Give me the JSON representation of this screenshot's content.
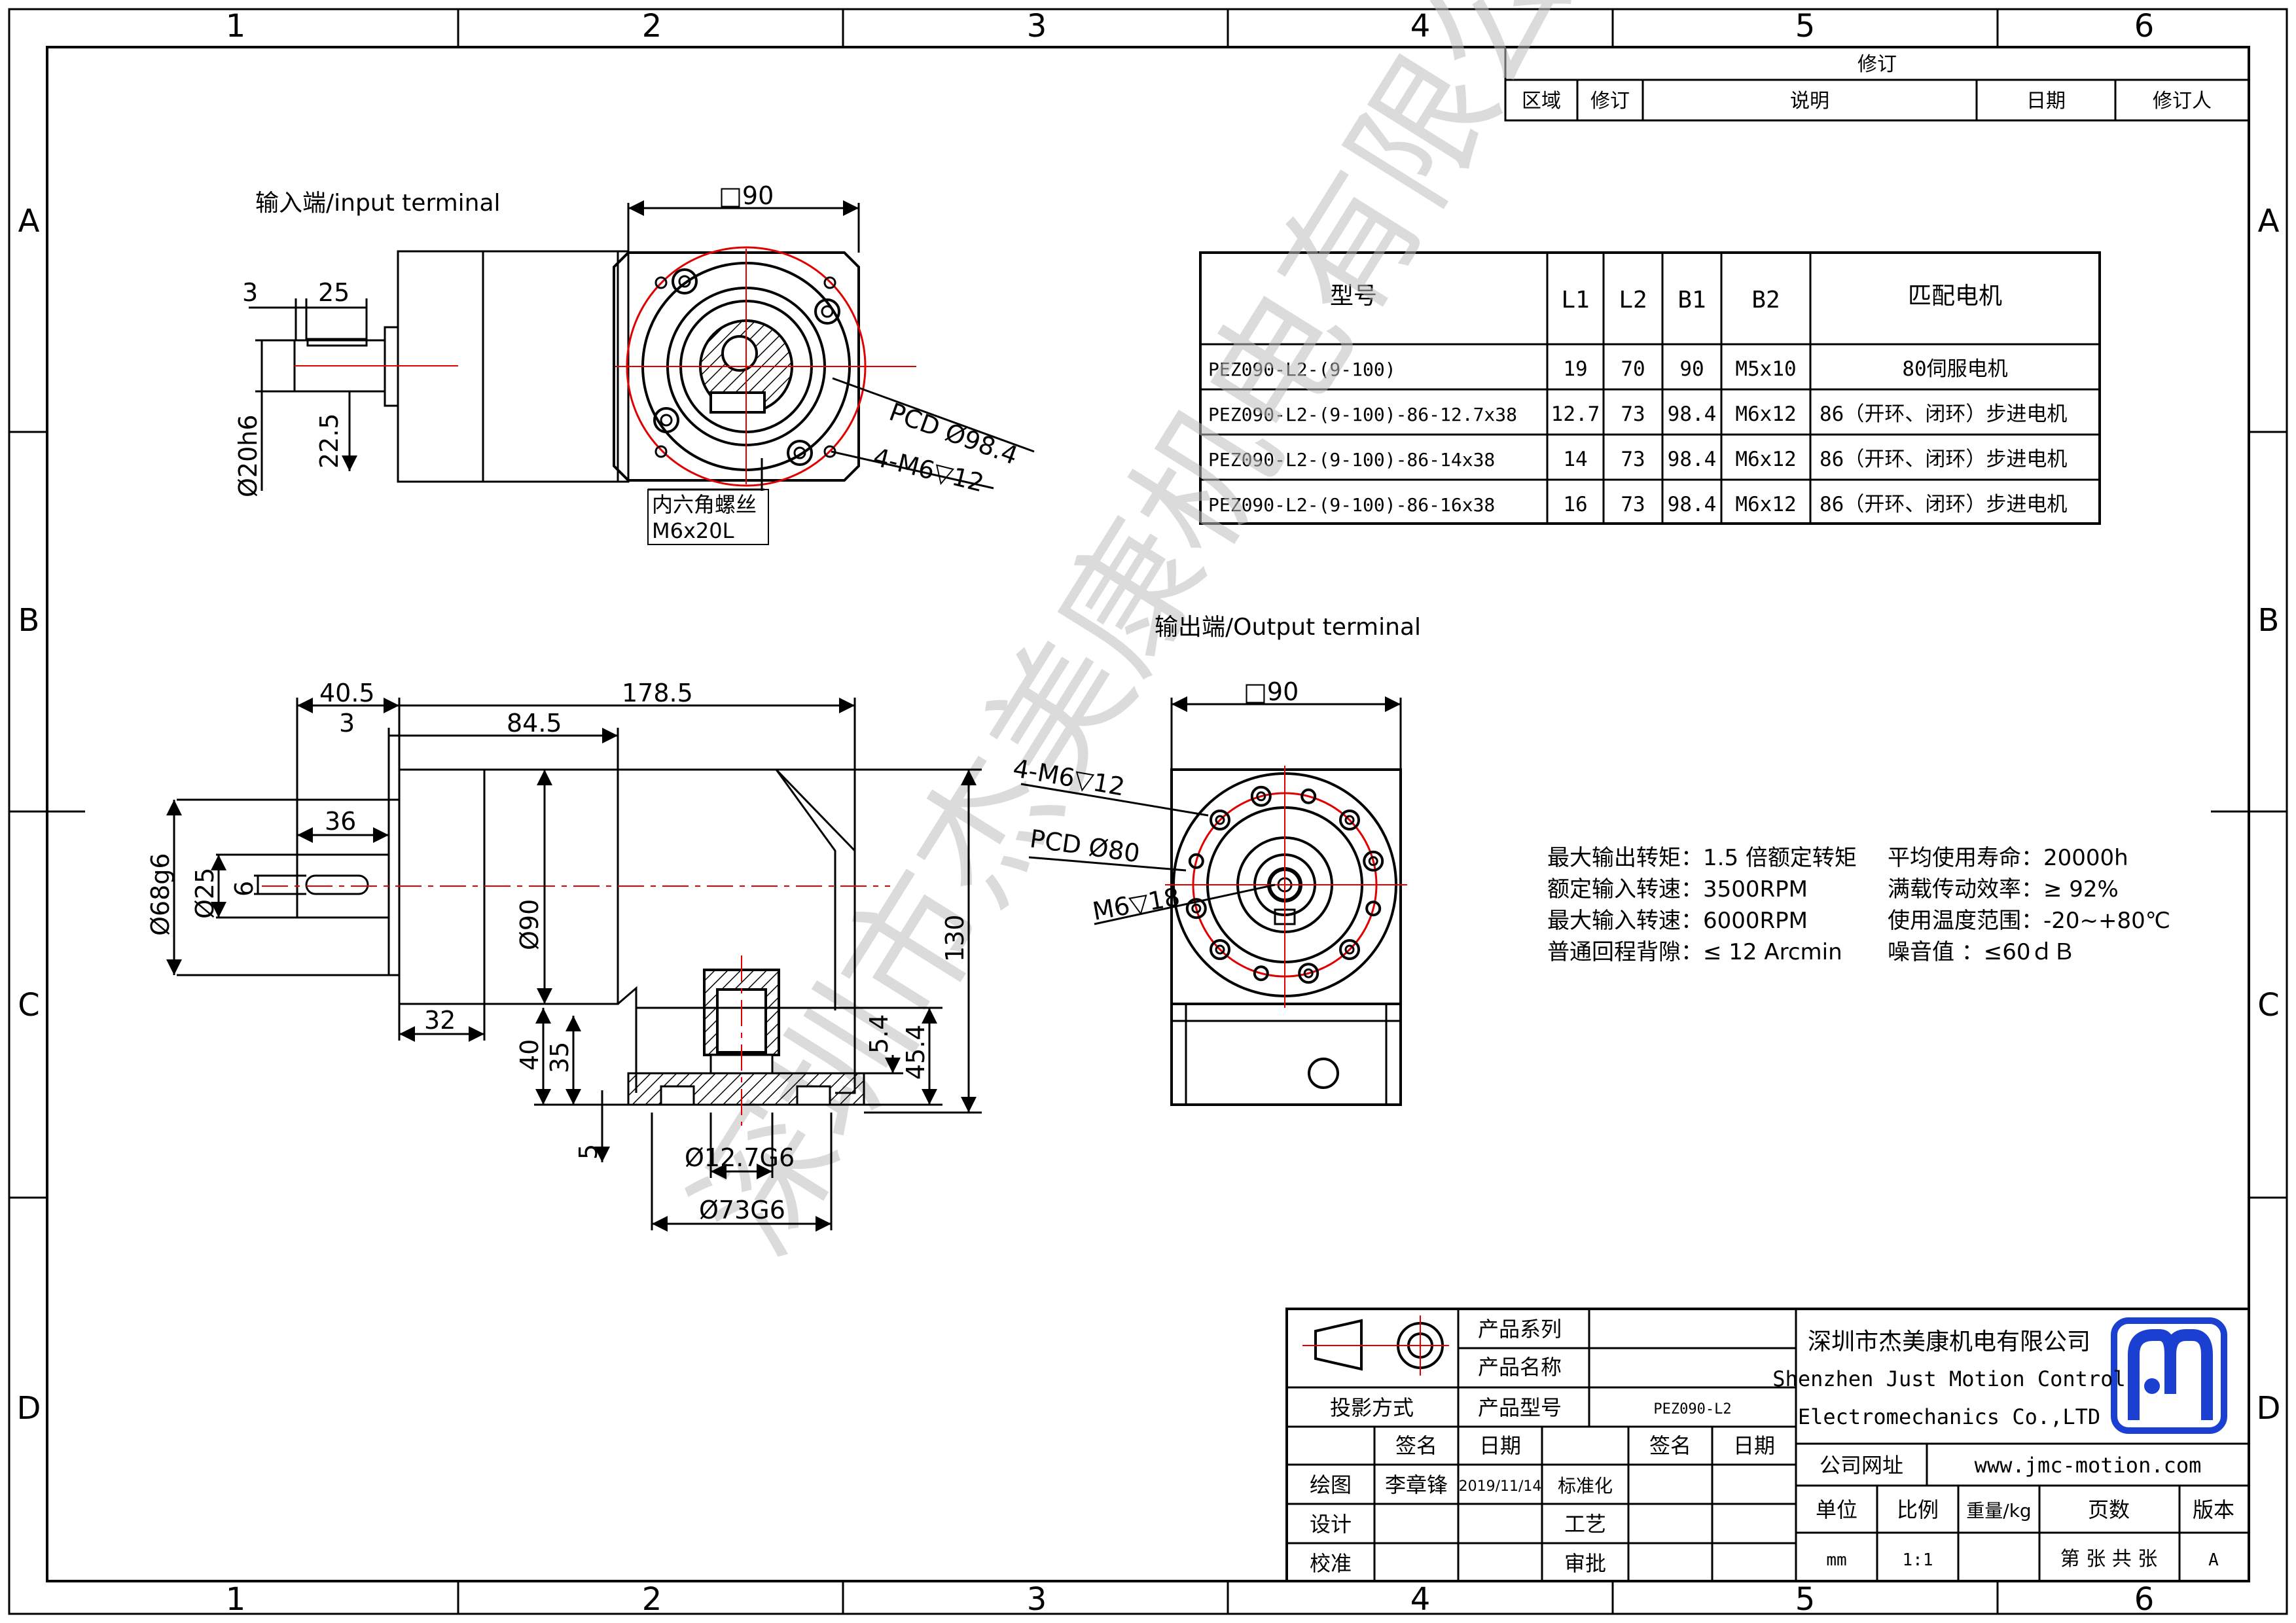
{
  "frame": {
    "columns": [
      "1",
      "2",
      "3",
      "4",
      "5",
      "6"
    ],
    "rows": [
      "A",
      "B",
      "C",
      "D"
    ]
  },
  "revision": {
    "title": "修订",
    "headers": [
      "区域",
      "修订",
      "说明",
      "日期",
      "修订人"
    ]
  },
  "spec_table": {
    "headers": [
      "型号",
      "L1",
      "L2",
      "B1",
      "B2",
      "匹配电机"
    ],
    "rows": [
      [
        "PEZ090-L2-(9-100)",
        "19",
        "70",
        "90",
        "M5x10",
        "80伺服电机"
      ],
      [
        "PEZ090-L2-(9-100)-86-12.7x38",
        "12.7",
        "73",
        "98.4",
        "M6x12",
        "86（开环、闭环）步进电机"
      ],
      [
        "PEZ090-L2-(9-100)-86-14x38",
        "14",
        "73",
        "98.4",
        "M6x12",
        "86（开环、闭环）步进电机"
      ],
      [
        "PEZ090-L2-(9-100)-86-16x38",
        "16",
        "73",
        "98.4",
        "M6x12",
        "86（开环、闭环）步进电机"
      ]
    ]
  },
  "views": {
    "input_label": "输入端/input terminal",
    "output_label": "输出端/Output terminal",
    "input_dims": {
      "square": "□90",
      "d3": "3",
      "d25": "25",
      "phi20": "Ø20h6",
      "d22_5": "22.5",
      "pcd": "PCD Ø98.4",
      "holes": "4-M6▽12",
      "note1": "内六角螺丝",
      "note2": "M6x20L"
    },
    "side_dims": {
      "d40_5": "40.5",
      "d178_5": "178.5",
      "d3": "3",
      "d84_5": "84.5",
      "d36": "36",
      "phi68": "Ø68g6",
      "phi25": "Ø25",
      "d6": "6",
      "phi90": "Ø90",
      "d130": "130",
      "d32": "32",
      "d40": "40",
      "d35": "35",
      "d5_4": "5.4",
      "d45_4": "45.4",
      "d5": "5",
      "phi12_7": "Ø12.7G6",
      "phi73": "Ø73G6"
    },
    "output_dims": {
      "square": "□90",
      "holes": "4-M6▽12",
      "pcd": "PCD Ø80",
      "thread": "M6▽18"
    }
  },
  "watermark": "深圳市杰美康机电有限公司",
  "specs": [
    [
      "最大输出转矩：1.5 倍额定转矩",
      "平均使用寿命：20000h"
    ],
    [
      "额定输入转速：3500RPM",
      "满载传动效率：≥   92%"
    ],
    [
      "最大输入转速：6000RPM",
      "使用温度范围：-20~+80℃"
    ],
    [
      "普通回程背隙：≤ 12 Arcmin",
      "噪音值         ：≤60ｄＢ"
    ]
  ],
  "title_block": {
    "projection": "投影方式",
    "product_series_label": "产品系列",
    "product_name_label": "产品名称",
    "product_model_label": "产品型号",
    "product_model": "PEZ090-L2",
    "sign": "签名",
    "date": "日期",
    "draw": "绘图",
    "drawer": "李章锋",
    "draw_date": "2019/11/14",
    "standard": "标准化",
    "design": "设计",
    "craft": "工艺",
    "check": "校准",
    "approve": "审批",
    "company_cn": "深圳市杰美康机电有限公司",
    "company_en1": "Shenzhen Just Motion Control",
    "company_en2": "Electromechanics Co.,LTD",
    "website_label": "公司网址",
    "website": "www.jmc-motion.com",
    "unit_label": "单位",
    "scale_label": "比例",
    "weight_label": "重量/kg",
    "pages_label": "页数",
    "version_label": "版本",
    "unit": "mm",
    "scale": "1:1",
    "pages": "第 张 共 张",
    "version": "A",
    "logo_color": "#1a3fd1"
  },
  "colors": {
    "line": "#000000",
    "center": "#e00000",
    "watermark": "#bdbdbd",
    "hatch": "#000000"
  }
}
